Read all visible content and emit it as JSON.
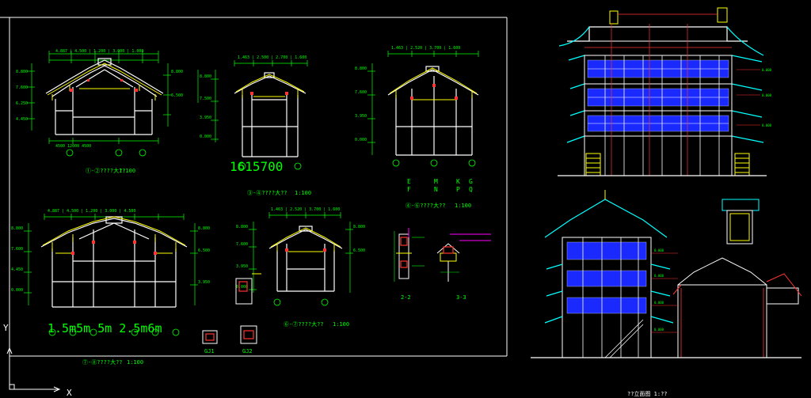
{
  "colors": {
    "background": "#000000",
    "frame": "#ffffff",
    "primary_line": "#ffffff",
    "dimension": "#00ff00",
    "accent_yellow": "#ffff00",
    "accent_red": "#ff3030",
    "accent_magenta": "#ff00ff",
    "accent_cyan": "#00ffff",
    "window_fill": "#1a2aff"
  },
  "ucs": {
    "y_axis_label": "Y",
    "x_axis_label": "X"
  },
  "section_a_title": "①-②????大??",
  "section_a_scale": "1:100",
  "section_b_title": "③-④????大??",
  "section_b_scale": "1:100",
  "section_b_bottom_dims": "1615700",
  "section_c_title": "④-⑥????大??",
  "section_c_scale": "1:100",
  "section_c_grid_letters": [
    "E",
    "F",
    "M",
    "N",
    "K",
    "P",
    "G",
    "Q"
  ],
  "section_d_title": "⑦-⑧????大??",
  "section_d_scale": "1:100",
  "section_d_bottom_dims": "1.5m5m 5m 2.5m6m",
  "section_e_title": "⑥-⑦????大??",
  "section_e_scale": "1:100",
  "detail_labels": {
    "d22": "2-2",
    "d33": "3-3",
    "gj1": "GJ1",
    "gj2": "GJ2"
  },
  "elevation_bottom_label": "??立面图 1:??"
}
